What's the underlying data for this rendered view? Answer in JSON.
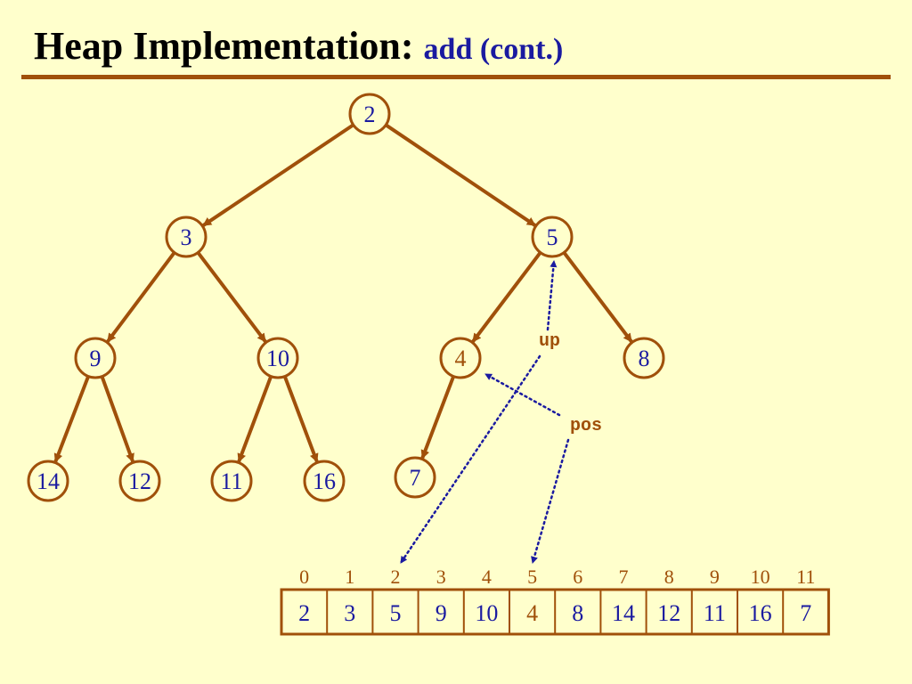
{
  "title": {
    "main": "Heap Implementation: ",
    "sub": "add (cont.)"
  },
  "colors": {
    "background": "#FFFFCC",
    "accent": "#A0500A",
    "text": "#1A1AA0"
  },
  "tree": {
    "nodes": [
      {
        "id": "n0",
        "label": "2"
      },
      {
        "id": "n1",
        "label": "3"
      },
      {
        "id": "n2",
        "label": "5"
      },
      {
        "id": "n3",
        "label": "9"
      },
      {
        "id": "n4",
        "label": "10"
      },
      {
        "id": "n5",
        "label": "4",
        "highlight": true
      },
      {
        "id": "n6",
        "label": "8"
      },
      {
        "id": "n7",
        "label": "14"
      },
      {
        "id": "n8",
        "label": "12"
      },
      {
        "id": "n9",
        "label": "11"
      },
      {
        "id": "n10",
        "label": "16"
      },
      {
        "id": "n11",
        "label": "7"
      }
    ],
    "edges": [
      [
        "n0",
        "n1"
      ],
      [
        "n0",
        "n2"
      ],
      [
        "n1",
        "n3"
      ],
      [
        "n1",
        "n4"
      ],
      [
        "n2",
        "n5"
      ],
      [
        "n2",
        "n6"
      ],
      [
        "n3",
        "n7"
      ],
      [
        "n3",
        "n8"
      ],
      [
        "n4",
        "n9"
      ],
      [
        "n4",
        "n10"
      ],
      [
        "n5",
        "n11"
      ]
    ]
  },
  "pointers": {
    "up": "up",
    "pos": "pos"
  },
  "array": {
    "indices": [
      "0",
      "1",
      "2",
      "3",
      "4",
      "5",
      "6",
      "7",
      "8",
      "9",
      "10",
      "11"
    ],
    "values": [
      "2",
      "3",
      "5",
      "9",
      "10",
      "4",
      "8",
      "14",
      "12",
      "11",
      "16",
      "7"
    ],
    "highlight_index": 5
  }
}
